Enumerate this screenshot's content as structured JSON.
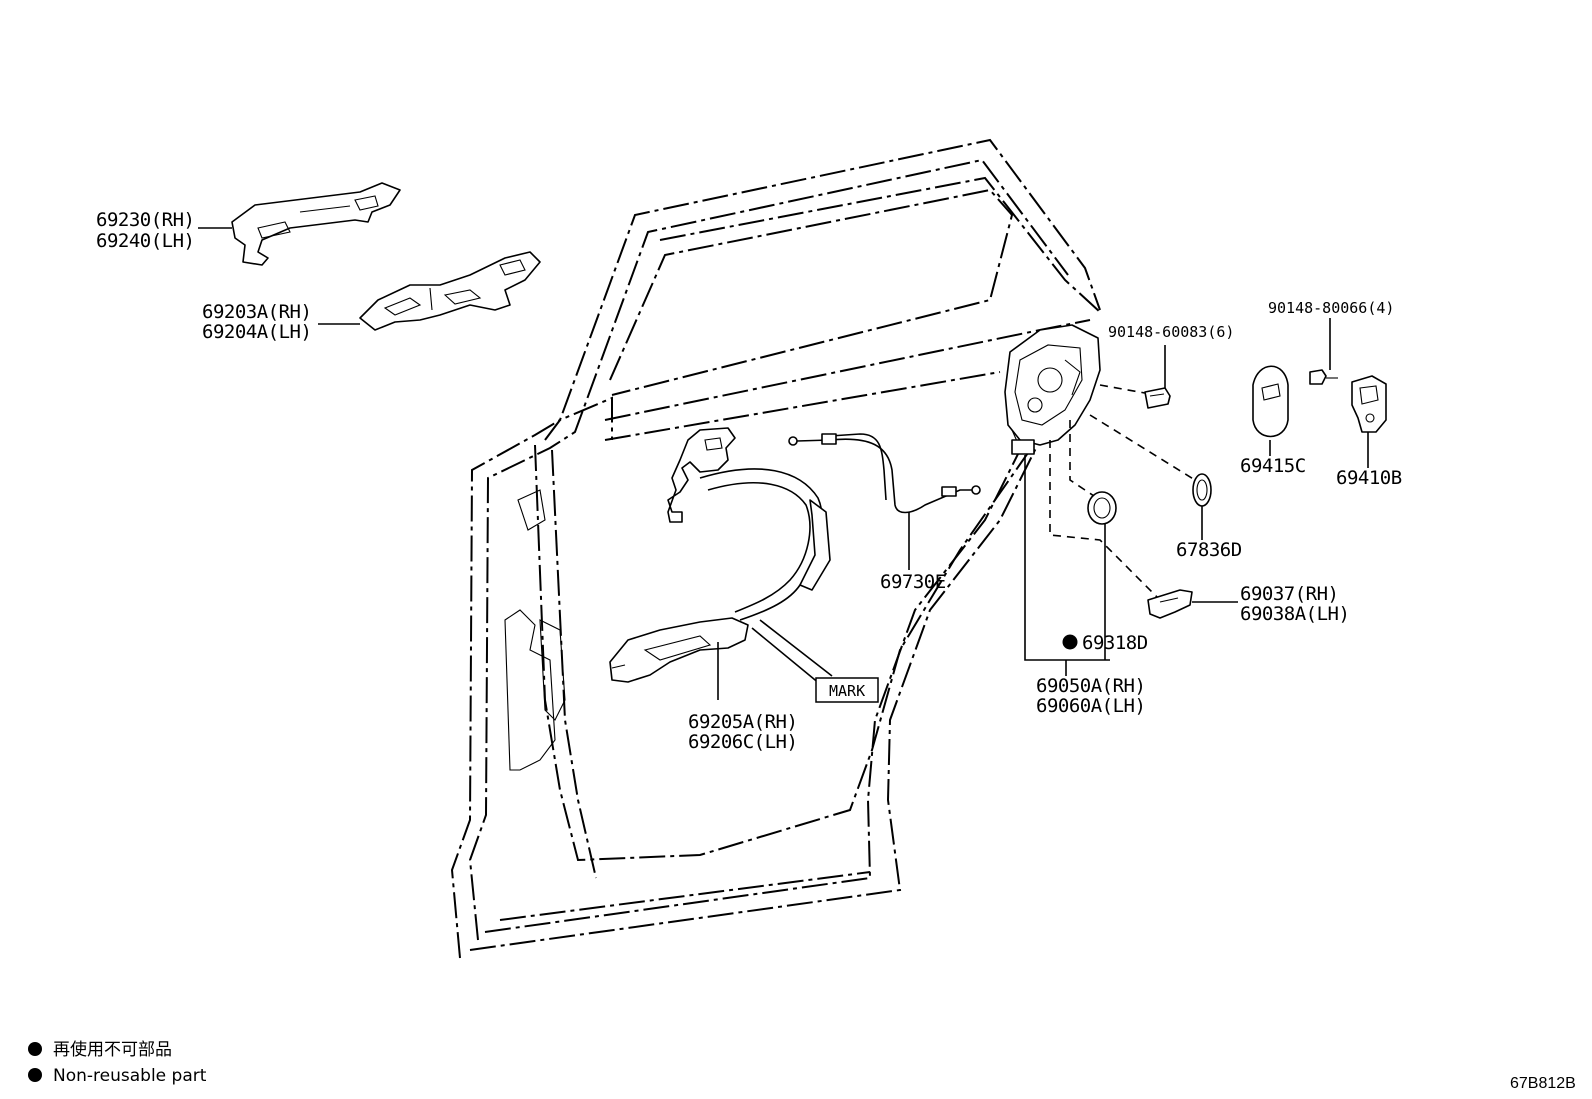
{
  "diagram": {
    "code": "67B812B",
    "mark_label": "MARK",
    "parts": [
      {
        "id": "p69230",
        "lines": [
          "69230(RH)",
          "69240(LH)"
        ]
      },
      {
        "id": "p69203",
        "lines": [
          "69203A(RH)",
          "69204A(LH)"
        ]
      },
      {
        "id": "p69205",
        "lines": [
          "69205A(RH)",
          "69206C(LH)"
        ]
      },
      {
        "id": "p69730",
        "lines": [
          "69730E"
        ]
      },
      {
        "id": "p90148a",
        "lines": [
          "90148-60083(6)"
        ]
      },
      {
        "id": "p90148b",
        "lines": [
          "90148-80066(4)"
        ]
      },
      {
        "id": "p69415",
        "lines": [
          "69415C"
        ]
      },
      {
        "id": "p69410",
        "lines": [
          "69410B"
        ]
      },
      {
        "id": "p67836",
        "lines": [
          "67836D"
        ]
      },
      {
        "id": "p69037",
        "lines": [
          "69037(RH)",
          "69038A(LH)"
        ]
      },
      {
        "id": "p69318",
        "lines": [
          "69318D"
        ]
      },
      {
        "id": "p69050",
        "lines": [
          "69050A(RH)",
          "69060A(LH)"
        ]
      }
    ]
  },
  "legend": {
    "items": [
      "再使用不可部品",
      "Non-reusable part"
    ]
  }
}
